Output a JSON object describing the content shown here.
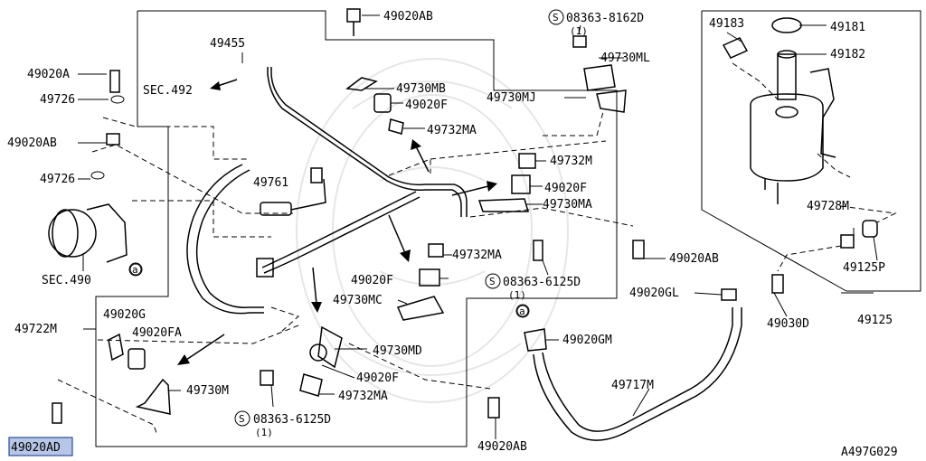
{
  "diagram_code": "A497G029",
  "labels": {
    "l_49020AB_top": "49020AB",
    "l_49455": "49455",
    "l_sec492": "SEC.492",
    "l_49020A": "49020A",
    "l_49726_a": "49726",
    "l_49020AB_left": "49020AB",
    "l_49726_b": "49726",
    "l_sec490": "SEC.490",
    "l_49761": "49761",
    "l_49730MB": "49730MB",
    "l_49020F_a": "49020F",
    "l_49732MA_a": "49732MA",
    "l_08363_8162D": "08363-8162D",
    "l_qty_1_a": "(1)",
    "l_49730ML": "49730ML",
    "l_49730MJ": "49730MJ",
    "l_49732M": "49732M",
    "l_49020F_b": "49020F",
    "l_49730MA": "49730MA",
    "l_49732MA_b": "49732MA",
    "l_08363_6125D_a": "08363-6125D",
    "l_qty_1_b": "(1)",
    "l_49020F_c": "49020F",
    "l_49730MC": "49730MC",
    "l_49730MD": "49730MD",
    "l_49020F_d": "49020F",
    "l_49732MA_c": "49732MA",
    "l_08363_6125D_b": "08363-6125D",
    "l_qty_1_c": "(1)",
    "l_49722M": "49722M",
    "l_49020G": "49020G",
    "l_49020FA": "49020FA",
    "l_49730M": "49730M",
    "l_49020AD": "49020AD",
    "l_49020AB_bottom": "49020AB",
    "l_49020GM": "49020GM",
    "l_49717M": "49717M",
    "l_49020GL": "49020GL",
    "l_49020AB_right": "49020AB",
    "l_49183": "49183",
    "l_49181": "49181",
    "l_49182": "49182",
    "l_49728M": "49728M",
    "l_49125P": "49125P",
    "l_49030D": "49030D",
    "l_49125": "49125"
  },
  "markers": {
    "circle_a": "a",
    "circle_s": "S"
  },
  "colors": {
    "highlight": "#b7c6e6",
    "line": "#000000"
  }
}
